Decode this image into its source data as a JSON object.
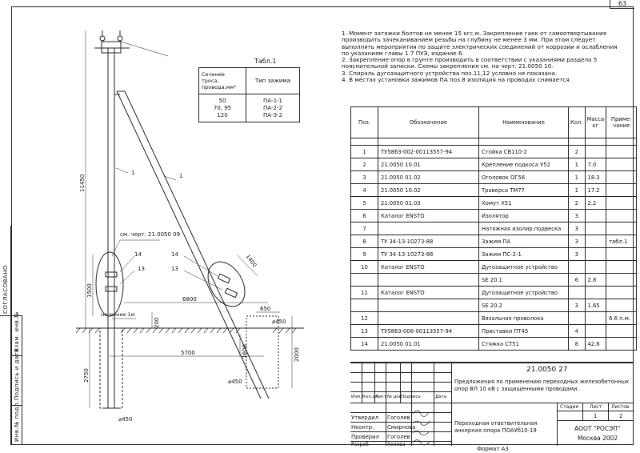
{
  "sheet": {
    "page_number": "63",
    "format_label": "Формат А3"
  },
  "side_stamp": {
    "agreed": "СОГЛАСОВАНО",
    "fields": [
      "Взам. инв.№",
      "Подпись и дата",
      "Инв.№ подл."
    ]
  },
  "notes": [
    "1. Момент затяжки болтов не менее 15 кгс.м. Закрепление гаек от самоотвертывания",
    "производить зачеканиванием резьбы на глубину не менее 3 мм. При этом следует",
    "выполнять мероприятия по защите электрических соединений от коррозии и ослабления",
    "по указаниям главы 1.7 ПУЭ, издание 6.",
    "2. Закрепление опор в грунте производить в соответствии  с указаниями раздела 5",
    "пояснительной записки. Схемы закрепления см. на черт.  21.0050 10.",
    "3. Спираль дугозащитного устройства поз.11,12 условно не показана.",
    "4. В местах установки зажимов ПА поз.8 изоляция на проводах снимается."
  ],
  "table1": {
    "title": "Табл.1",
    "headers": [
      "Сечение троса, провода,мм²",
      "Тип зажима"
    ],
    "sections": [
      "50",
      "70, 95",
      "120"
    ],
    "clamps": [
      "ПА-1-1",
      "ПА-2-2",
      "ПА-3-2"
    ]
  },
  "spec": {
    "headers": [
      "Поз.",
      "Обозначение",
      "Наименование",
      "Кол.",
      "Масса кг",
      "Приме-чание"
    ],
    "rows": [
      {
        "pos": "",
        "code": "",
        "name": "",
        "qty": "",
        "mass": "",
        "note": ""
      },
      {
        "pos": "1",
        "code": "ТУ5863-002-00113557-94",
        "name": "Стойка СВ110-2",
        "qty": "2",
        "mass": "",
        "note": ""
      },
      {
        "pos": "2",
        "code": "21.0050 10.01",
        "name": "Крепление подкоса У52",
        "qty": "1",
        "mass": "7.0",
        "note": ""
      },
      {
        "pos": "3",
        "code": "21.0050 01.02",
        "name": "Оголовок ОГ56",
        "qty": "1",
        "mass": "18.3",
        "note": ""
      },
      {
        "pos": "4",
        "code": "21.0050 10.02",
        "name": "Траверса ТМ77",
        "qty": "1",
        "mass": "17.2",
        "note": ""
      },
      {
        "pos": "5",
        "code": "21.0050 01.03",
        "name": "Хомут Х51",
        "qty": "2",
        "mass": "2.2",
        "note": ""
      },
      {
        "pos": "6",
        "code": "Каталог ENSTO",
        "name": "Изолятор",
        "qty": "3",
        "mass": "",
        "note": ""
      },
      {
        "pos": "7",
        "code": "",
        "name": "Натяжная изолир.подвеска",
        "qty": "3",
        "mass": "",
        "note": ""
      },
      {
        "pos": "8",
        "code": "ТУ 34-13-10273-88",
        "name": "Зажим ПА",
        "qty": "3",
        "mass": "",
        "note": "табл.1"
      },
      {
        "pos": "9",
        "code": "ТУ 34-13-10273-88",
        "name": "Зажим ПС-2-1",
        "qty": "3",
        "mass": "",
        "note": ""
      },
      {
        "pos": "10",
        "code": "Каталог ENSTO",
        "name": "Дугозащитное устройство",
        "qty": "",
        "mass": "",
        "note": ""
      },
      {
        "pos": "",
        "code": "",
        "name": "SE 20.1",
        "qty": "6",
        "mass": "2.8",
        "note": ""
      },
      {
        "pos": "11",
        "code": "Каталог ENSTO",
        "name": "Дугозащитное устройство",
        "qty": "",
        "mass": "",
        "note": ""
      },
      {
        "pos": "",
        "code": "",
        "name": "SE 20.2",
        "qty": "3",
        "mass": "1.65",
        "note": ""
      },
      {
        "pos": "12",
        "code": "",
        "name": "Вязальная проволока",
        "qty": "",
        "mass": "",
        "note": "6.6 п.м."
      },
      {
        "pos": "13",
        "code": "ТУ5863-006-00113557-94",
        "name": "Приставки ПТ45",
        "qty": "4",
        "mass": "",
        "note": ""
      },
      {
        "pos": "14",
        "code": "21.0050 01.01",
        "name": "Стяжка СТ51",
        "qty": "8",
        "mass": "42.6",
        "note": ""
      }
    ]
  },
  "title_block": {
    "doc_number": "21.0050 27",
    "description": "Предложения по применению переходных железобетонных опор ВЛ 10 кВ с защищенными проводами.",
    "column_headers": [
      "Изм.",
      "Кол.уч",
      "Лист",
      "№ док.",
      "Подпись",
      "Дата"
    ],
    "roles": [
      {
        "role": "Утвердил",
        "name": "Гоголев"
      },
      {
        "role": "Нконтр.",
        "name": "Смирнова"
      },
      {
        "role": "Проверил",
        "name": "Гоголев"
      },
      {
        "role": "Разраб.",
        "name": "Холова"
      }
    ],
    "item_title": "Переходная ответвительная анкерная опора ПОАУб10-19",
    "stage_label": "Стадия",
    "sheet_label": "Лист",
    "sheets_label": "Листов",
    "sheet_value": "1",
    "sheets_value": "2",
    "org": "АООТ \"РОСЭП\"",
    "city_year": "Москва 2002"
  },
  "drawing": {
    "dims": {
      "height_total": "11450",
      "h_1500": "1500",
      "ground_depth": "2750",
      "w_6800": "6800",
      "w_5700": "5700",
      "w_650": "650",
      "w_1400": "1400",
      "depth_2000": "2000",
      "depth_1600": "1600",
      "depth_200": "200",
      "note_1m": "не менее 1м",
      "diam_top": "⌀450",
      "diam_bot": "⌀450",
      "diam_base": "⌀450"
    },
    "callouts": {
      "ref_chert": "см. черт. 21.0050 09",
      "pos_1a": "1",
      "pos_1b": "1",
      "pos_14a": "14",
      "pos_13a": "13",
      "pos_14b": "14",
      "pos_13b": "13"
    }
  }
}
